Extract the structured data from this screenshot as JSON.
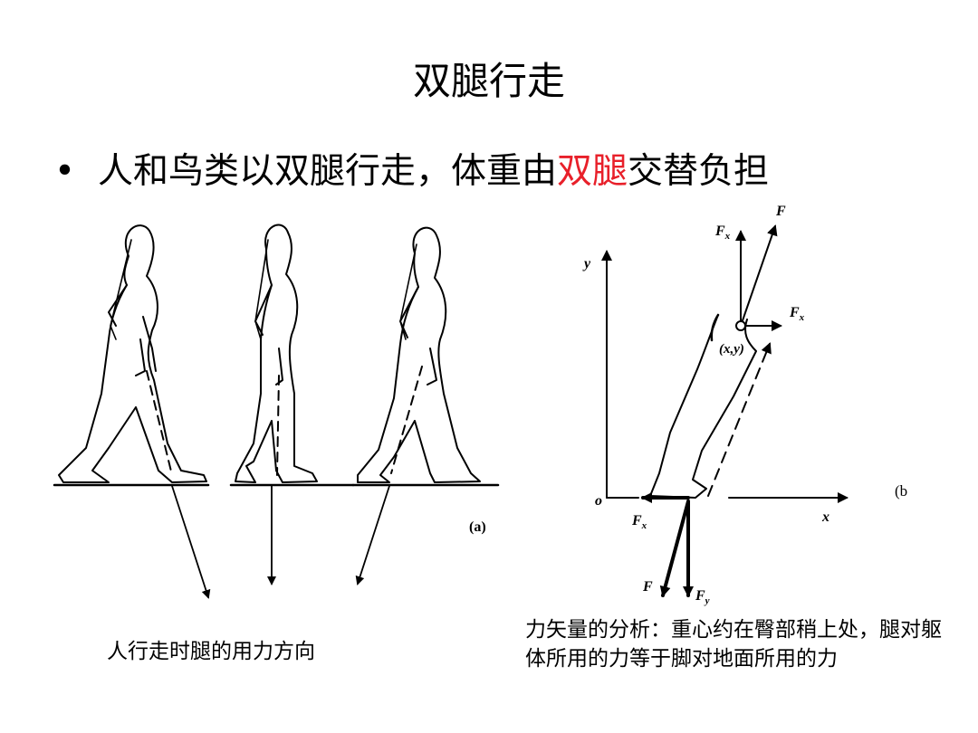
{
  "slide": {
    "title": "双腿行走",
    "bullet": {
      "before": "人和鸟类以双腿行走，体重由",
      "highlight": "双腿",
      "after": "交替负担"
    },
    "colors": {
      "highlight": "#e8202a"
    }
  },
  "figure_a": {
    "label": "(a)",
    "caption": "人行走时腿的用力方向"
  },
  "figure_b": {
    "label": "(b",
    "axis_y": "y",
    "axis_x": "x",
    "origin": "o",
    "point_label": "(x,y)",
    "force_labels": {
      "F_top": "F",
      "Fx_top": "F",
      "Fx_right": "F",
      "Fx_bottom": "F",
      "F_bottom": "F",
      "Fy_bottom": "F"
    },
    "subscripts": {
      "x": "x",
      "y": "y"
    },
    "caption": "力矢量的分析：重心约在臀部稍上处，腿对躯体所用的力等于脚对地面所用的力"
  }
}
